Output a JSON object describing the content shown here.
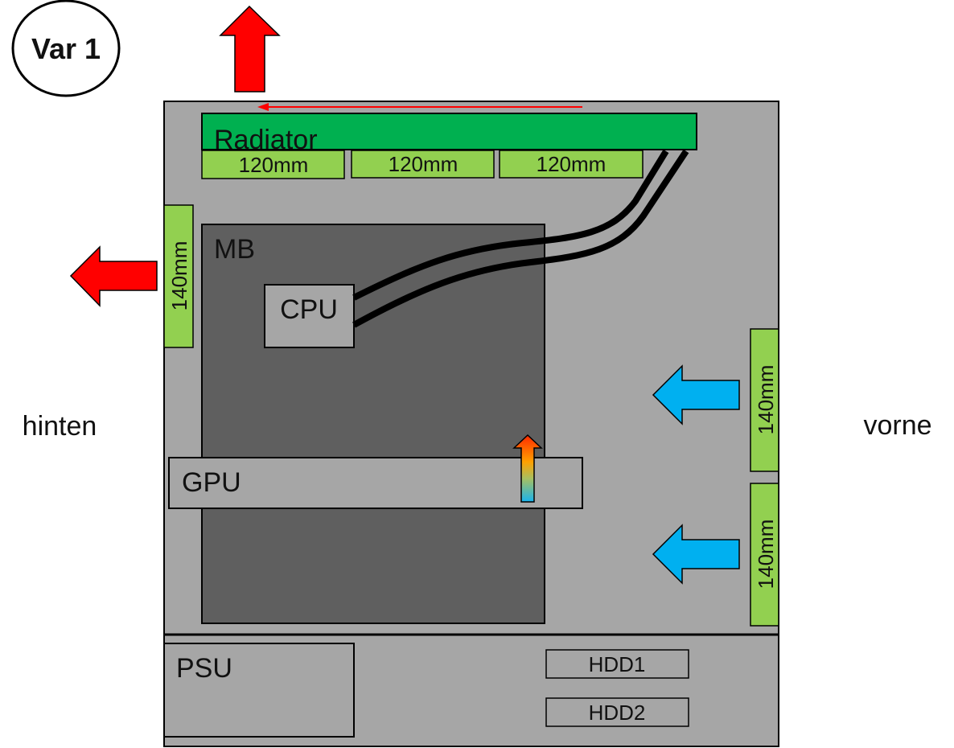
{
  "title": "Var 1",
  "side_labels": {
    "rear": "hinten",
    "front": "vorne"
  },
  "components": {
    "radiator": "Radiator",
    "top_fans": [
      "120mm",
      "120mm",
      "120mm"
    ],
    "rear_fan": "140mm",
    "front_fans": [
      "140mm",
      "140mm"
    ],
    "motherboard": "MB",
    "cpu": "CPU",
    "gpu": "GPU",
    "psu": "PSU",
    "drives": [
      "HDD1",
      "HDD2"
    ]
  },
  "colors": {
    "case": "#a6a6a6",
    "motherboard": "#5f5f5f",
    "radiator": "#00b050",
    "fan": "#92d050",
    "exhaust_arrow": "#ff0000",
    "intake_arrow": "#00b0f0",
    "tube": "#000000"
  }
}
